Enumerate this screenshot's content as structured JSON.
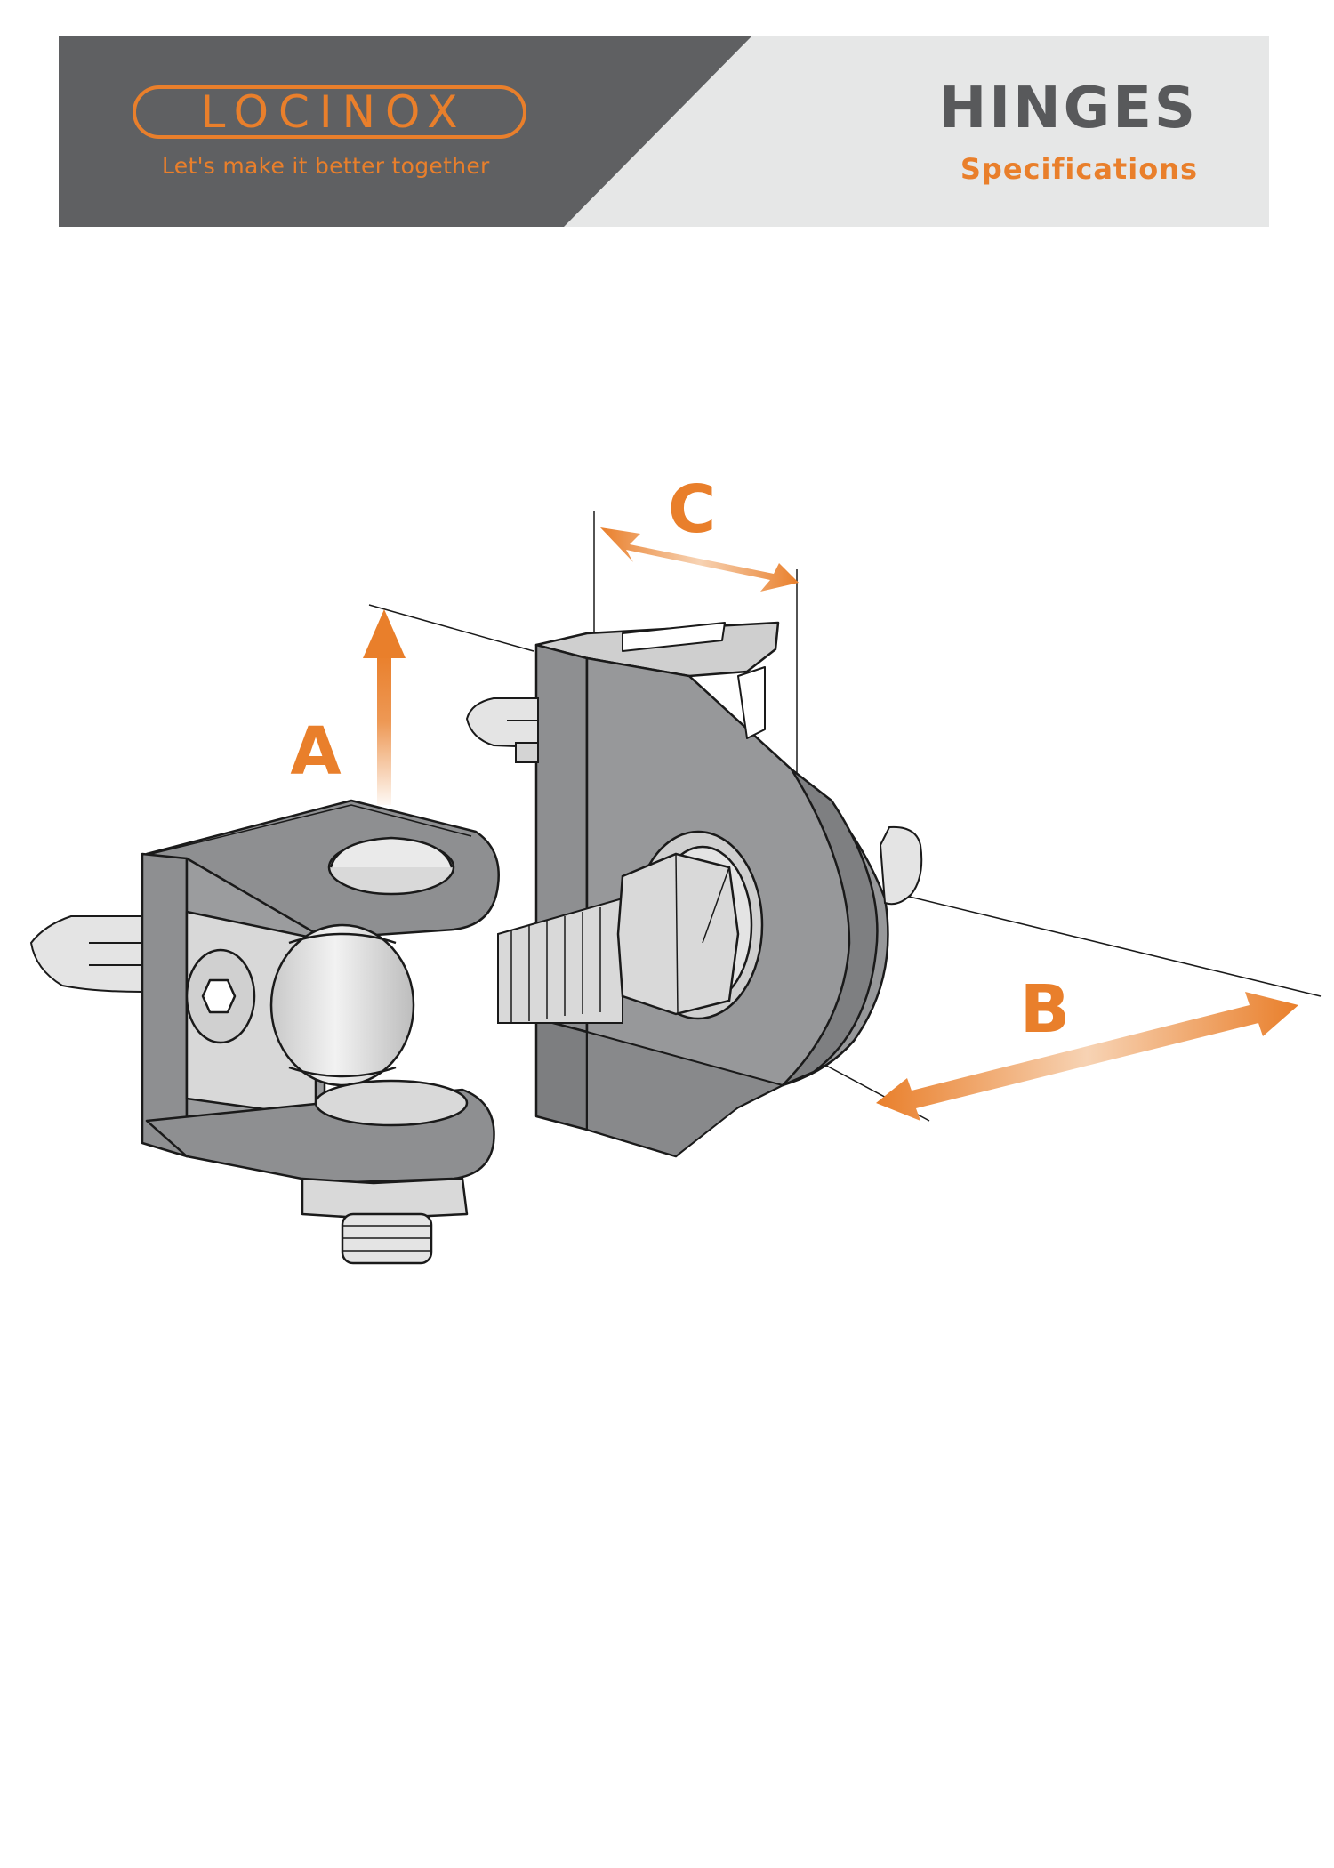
{
  "header": {
    "logo": "LOCINOX",
    "tagline": "Let's make it better together",
    "title": "HINGES",
    "subtitle": "Specifications"
  },
  "dimensions": {
    "a": "A",
    "b": "B",
    "c": "C"
  },
  "colors": {
    "accent": "#e97f2b",
    "header_dark": "#5f6062",
    "header_light": "#e6e7e7",
    "metal_dark": "#97989a",
    "metal_light": "#dcdcdc"
  }
}
